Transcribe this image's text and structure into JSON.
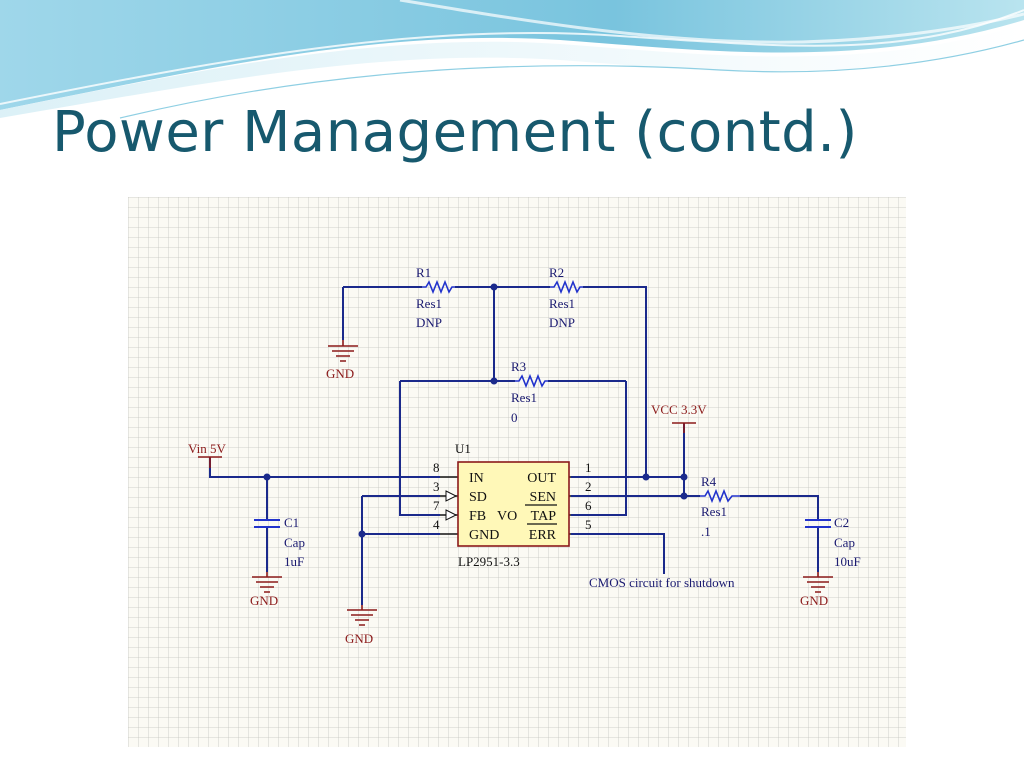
{
  "title": "Power Management (contd.)",
  "schematic": {
    "ic": {
      "ref": "U1",
      "part": "LP2951-3.3",
      "pins_left": [
        {
          "name": "IN",
          "number": "8"
        },
        {
          "name": "SD",
          "number": "3"
        },
        {
          "name": "FB",
          "number": "7"
        },
        {
          "name": "GND",
          "number": "4"
        }
      ],
      "pins_right": [
        {
          "name": "OUT",
          "number": "1"
        },
        {
          "name": "SEN",
          "number": "2"
        },
        {
          "name": "TAP",
          "number": "6"
        },
        {
          "name": "ERR",
          "number": "5"
        }
      ],
      "vo_label": "VO"
    },
    "resistors": [
      {
        "ref": "R1",
        "type": "Res1",
        "value": "DNP"
      },
      {
        "ref": "R2",
        "type": "Res1",
        "value": "DNP"
      },
      {
        "ref": "R3",
        "type": "Res1",
        "value": "0"
      },
      {
        "ref": "R4",
        "type": "Res1",
        "value": ".1"
      }
    ],
    "capacitors": [
      {
        "ref": "C1",
        "type": "Cap",
        "value": "1uF"
      },
      {
        "ref": "C2",
        "type": "Cap",
        "value": "10uF"
      }
    ],
    "power_ports": {
      "vin": "Vin 5V",
      "vcc": "VCC 3.3V"
    },
    "ground_label": "GND",
    "note": "CMOS circuit for shutdown",
    "colors": {
      "wire": "#1b2a8c",
      "power_port": "#8b1a1a",
      "component_body": "#fff8b8",
      "resistor": "#2233cc",
      "title": "#17596e"
    }
  }
}
